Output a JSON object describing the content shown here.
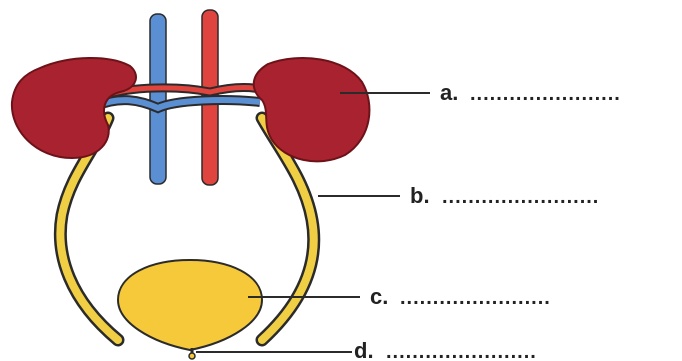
{
  "labels": [
    {
      "letter": "a.",
      "blank": "......................."
    },
    {
      "letter": "b.",
      "blank": "........................"
    },
    {
      "letter": "c.",
      "blank": "......................."
    },
    {
      "letter": "d.",
      "blank": "......................."
    }
  ],
  "colors": {
    "kidney": "#a8232f",
    "vein": "#5b8fd4",
    "artery": "#e0443e",
    "ureter": "#f1cf44",
    "bladder": "#f6c93a",
    "outline": "#2b2b2b"
  }
}
